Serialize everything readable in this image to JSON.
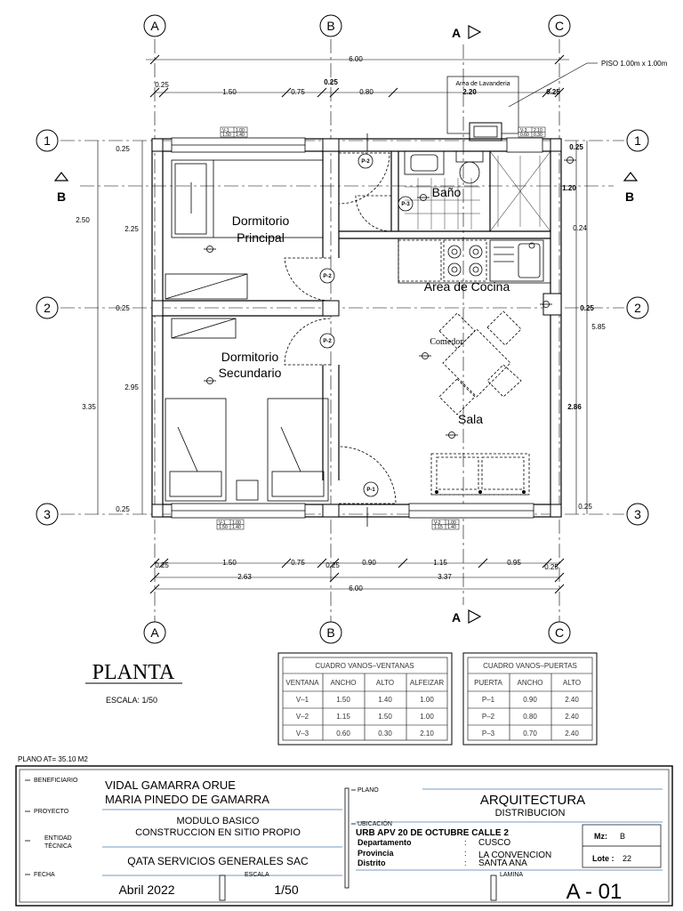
{
  "axes": {
    "columns": [
      "A",
      "B",
      "C"
    ],
    "rows": [
      "1",
      "2",
      "3"
    ],
    "section_label": "A",
    "section_label_side": "B"
  },
  "dimensions": {
    "top_total": "6.00",
    "top_parts": [
      "0.25",
      "1.50",
      "0.75",
      "0.25",
      "0.80",
      "2.20",
      "0.25"
    ],
    "bottom_parts": [
      "0.25",
      "1.50",
      "0.75",
      "0.25",
      "0.90",
      "1.15",
      "0.95",
      "0.25"
    ],
    "bottom_sub": [
      "2.63",
      "3.37"
    ],
    "bottom_total": "6.00",
    "left": [
      "0.25",
      "2.50",
      "2.25",
      "0.25",
      "3.35",
      "2.95",
      "0.25"
    ],
    "right": [
      "0.25",
      "1.20",
      "0.24",
      "0.25",
      "5.85",
      "2.86",
      "0.25"
    ]
  },
  "notes": {
    "floor_note": "PISO 1.00m x 1.00m",
    "laundry": "Area de Lavanderia"
  },
  "rooms": {
    "dorm_principal_1": "Dormitorio",
    "dorm_principal_2": "Principal",
    "dorm_secundario_1": "Dormitorio",
    "dorm_secundario_2": "Secundario",
    "bano": "Baño",
    "cocina": "Area de Cocina",
    "comedor": "Comedor",
    "sala": "Sala"
  },
  "doors": [
    "P-2",
    "P-2",
    "P-2",
    "P-3",
    "P-1"
  ],
  "window_tags": {
    "v1_top": [
      "V-1",
      "1.00",
      "1.50",
      "1.40"
    ],
    "v3_top": [
      "V-3",
      "2.10",
      "0.60",
      "0.30"
    ],
    "v1_bottom": [
      "V-1",
      "1.00",
      "1.50",
      "1.40"
    ],
    "v2_bottom": [
      "V-2",
      "1.00",
      "1.15",
      "1.40"
    ]
  },
  "planta": {
    "title": "PLANTA",
    "scale": "ESCALA: 1/50",
    "area": "PLANO AT= 35.10 M2"
  },
  "window_table": {
    "title": "CUADRO VANOS–VENTANAS",
    "headers": [
      "VENTANA",
      "ANCHO",
      "ALTO",
      "ALFEIZAR"
    ],
    "rows": [
      [
        "V–1",
        "1.50",
        "1.40",
        "1.00"
      ],
      [
        "V–2",
        "1.15",
        "1.50",
        "1.00"
      ],
      [
        "V–3",
        "0.60",
        "0.30",
        "2.10"
      ]
    ]
  },
  "door_table": {
    "title": "CUADRO VANOS–PUERTAS",
    "headers": [
      "PUERTA",
      "ANCHO",
      "ALTO"
    ],
    "rows": [
      [
        "P–1",
        "0.90",
        "2.40"
      ],
      [
        "P–2",
        "0.80",
        "2.40"
      ],
      [
        "P–3",
        "0.70",
        "2.40"
      ]
    ]
  },
  "title_block": {
    "beneficiario_label": "BENEFICIARIO",
    "beneficiario_1": "VIDAL GAMARRA ORUE",
    "beneficiario_2": "MARIA PINEDO DE GAMARRA",
    "proyecto_label": "PROYECTO",
    "proyecto_1": "MODULO BASICO",
    "proyecto_2": "CONSTRUCCION EN SITIO PROPIO",
    "entidad_label_1": "ENTIDAD",
    "entidad_label_2": "TÉCNICA",
    "entidad": "QATA SERVICIOS GENERALES SAC",
    "fecha_label": "FECHA",
    "fecha": "Abril 2022",
    "escala_label": "ESCALA",
    "escala": "1/50",
    "plano_label": "PLANO",
    "plano_1": "ARQUITECTURA",
    "plano_2": "DISTRIBUCION",
    "ubicacion_label": "UBICACIÓN",
    "ubicacion": "URB APV 20 DE OCTUBRE CALLE 2",
    "dep_label": "Departamento",
    "dep": "CUSCO",
    "prov_label": "Provincia",
    "prov": "LA CONVENCION",
    "dist_label": "Distrito",
    "dist": "SANTA ANA",
    "mz_label": "Mz:",
    "mz": "B",
    "lote_label": "Lote :",
    "lote": "22",
    "lamina_label": "LAMINA",
    "lamina": "A - 01"
  }
}
